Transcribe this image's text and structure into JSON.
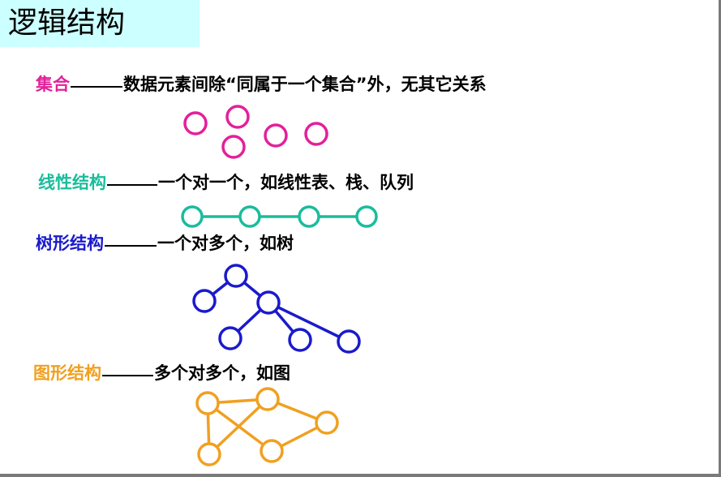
{
  "title": "逻辑结构",
  "structures": [
    {
      "key": "set",
      "term": "集合",
      "description": "数据元素间除“同属于一个集合”外，无其它关系",
      "color": "#e3209b"
    },
    {
      "key": "linear",
      "term": "线性结构",
      "description": "一个对一个，如线性表、栈、队列",
      "color": "#1abc9c"
    },
    {
      "key": "tree",
      "term": "树形结构",
      "description": "一个对多个，如树",
      "color": "#1a1acc"
    },
    {
      "key": "graph",
      "term": "图形结构",
      "description": "多个对多个，如图",
      "color": "#f0a020"
    }
  ]
}
